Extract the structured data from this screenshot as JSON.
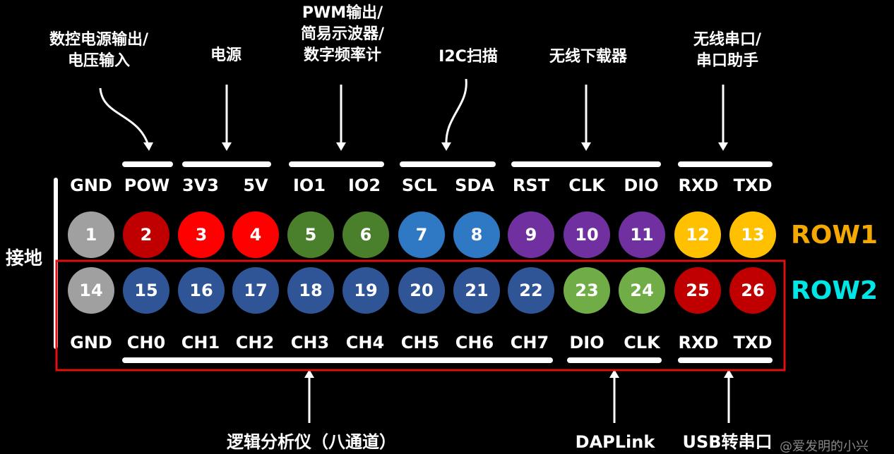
{
  "top_groups": [
    {
      "id": "pow",
      "lines": [
        "数控电源输出/",
        "电压输入"
      ]
    },
    {
      "id": "power",
      "lines": [
        "电源"
      ]
    },
    {
      "id": "pwm",
      "lines": [
        "PWM输出/",
        "简易示波器/",
        "数字频率计"
      ]
    },
    {
      "id": "i2c",
      "lines": [
        "I2C扫描"
      ]
    },
    {
      "id": "dl",
      "lines": [
        "无线下载器"
      ]
    },
    {
      "id": "uart",
      "lines": [
        "无线串口/",
        "串口助手"
      ]
    }
  ],
  "ground_label": "接地",
  "row1": {
    "name": "ROW1",
    "name_color": "#f5a800",
    "labels": [
      "GND",
      "POW",
      "3V3",
      "5V",
      "IO1",
      "IO2",
      "SCL",
      "SDA",
      "RST",
      "CLK",
      "DIO",
      "RXD",
      "TXD"
    ],
    "pins": [
      {
        "n": "1",
        "color": "#a0a0a0"
      },
      {
        "n": "2",
        "color": "#c00000"
      },
      {
        "n": "3",
        "color": "#ff0000"
      },
      {
        "n": "4",
        "color": "#ff0000"
      },
      {
        "n": "5",
        "color": "#4a7f2c"
      },
      {
        "n": "6",
        "color": "#4a7f2c"
      },
      {
        "n": "7",
        "color": "#2f78c4"
      },
      {
        "n": "8",
        "color": "#2f78c4"
      },
      {
        "n": "9",
        "color": "#7030a0"
      },
      {
        "n": "10",
        "color": "#7030a0"
      },
      {
        "n": "11",
        "color": "#7030a0"
      },
      {
        "n": "12",
        "color": "#ffc000"
      },
      {
        "n": "13",
        "color": "#ffc000"
      }
    ]
  },
  "row2": {
    "name": "ROW2",
    "name_color": "#00e5e5",
    "labels": [
      "GND",
      "CH0",
      "CH1",
      "CH2",
      "CH3",
      "CH4",
      "CH5",
      "CH6",
      "CH7",
      "DIO",
      "CLK",
      "RXD",
      "TXD"
    ],
    "pins": [
      {
        "n": "14",
        "color": "#a0a0a0"
      },
      {
        "n": "15",
        "color": "#2f5597"
      },
      {
        "n": "16",
        "color": "#2f5597"
      },
      {
        "n": "17",
        "color": "#2f5597"
      },
      {
        "n": "18",
        "color": "#2f5597"
      },
      {
        "n": "19",
        "color": "#2f5597"
      },
      {
        "n": "20",
        "color": "#2f5597"
      },
      {
        "n": "21",
        "color": "#2f5597"
      },
      {
        "n": "22",
        "color": "#2f5597"
      },
      {
        "n": "23",
        "color": "#70ad47"
      },
      {
        "n": "24",
        "color": "#70ad47"
      },
      {
        "n": "25",
        "color": "#c00000"
      },
      {
        "n": "26",
        "color": "#c00000"
      }
    ]
  },
  "bottom_groups": {
    "logic": "逻辑分析仪（八通道）",
    "daplink": "DAPLink",
    "usb": "USB转串口"
  },
  "watermark": "@爱发明的小兴",
  "colors": {
    "frame": "#e01010",
    "line": "#ffffff",
    "background": "#000000"
  }
}
